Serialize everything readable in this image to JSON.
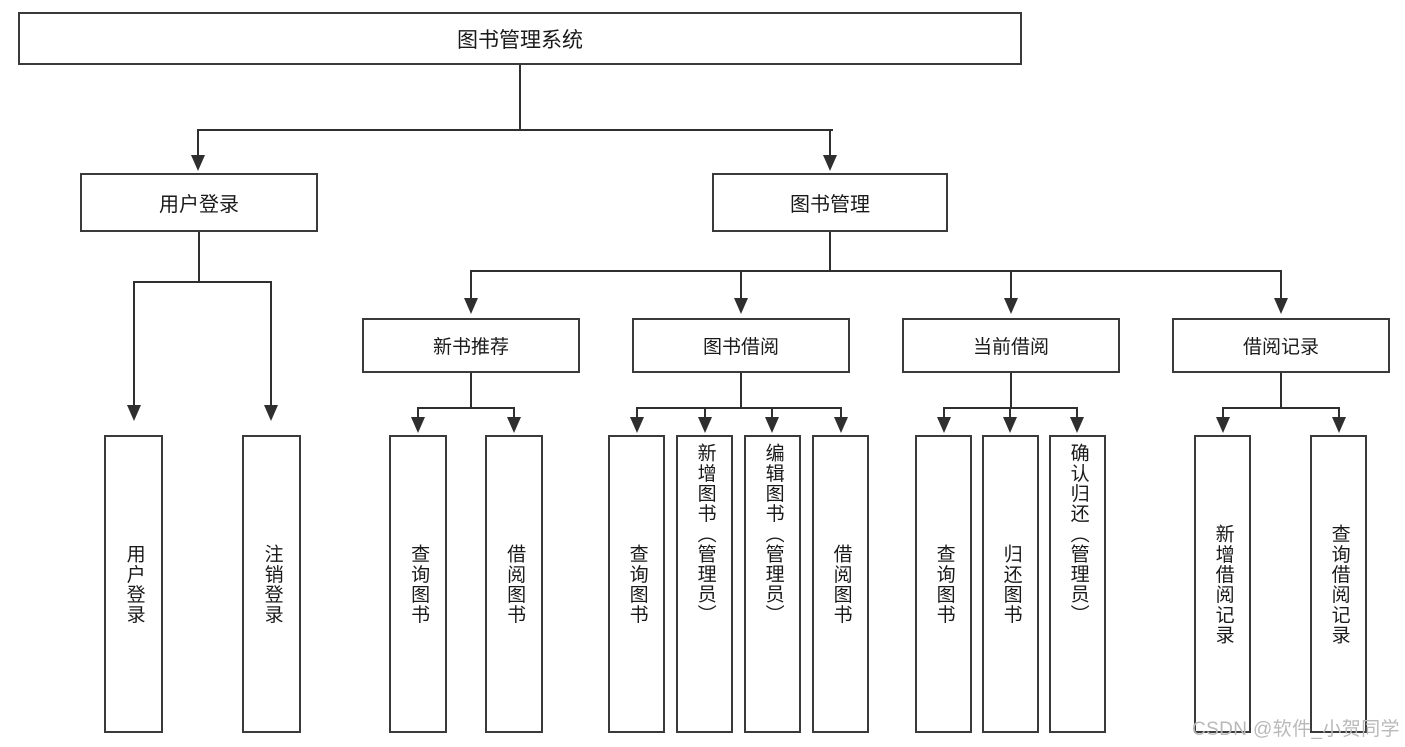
{
  "diagram": {
    "type": "tree-hierarchy",
    "title": "图书管理系统",
    "root": {
      "label": "图书管理系统"
    },
    "level2": [
      {
        "label": "用户登录"
      },
      {
        "label": "图书管理"
      }
    ],
    "level3": [
      {
        "label": "新书推荐"
      },
      {
        "label": "图书借阅"
      },
      {
        "label": "当前借阅"
      },
      {
        "label": "借阅记录"
      }
    ],
    "leaves": {
      "user_login": [
        {
          "label": "用户登录"
        },
        {
          "label": "注销登录"
        }
      ],
      "new_book_recommend": [
        {
          "label": "查询图书"
        },
        {
          "label": "借阅图书"
        }
      ],
      "book_borrow": [
        {
          "label": "查询图书"
        },
        {
          "label": "新增图书（管理员）"
        },
        {
          "label": "编辑图书（管理员）"
        },
        {
          "label": "借阅图书"
        }
      ],
      "current_borrow": [
        {
          "label": "查询图书"
        },
        {
          "label": "归还图书"
        },
        {
          "label": "确认归还（管理员）"
        }
      ],
      "borrow_record": [
        {
          "label": "新增借阅记录"
        },
        {
          "label": "查询借阅记录"
        }
      ]
    }
  },
  "watermark": {
    "text": "CSDN @软件_小贺同学"
  },
  "colors": {
    "box_border": "#3a3a3a",
    "line": "#2f2f2f",
    "text": "#1a1a1a",
    "background": "#ffffff",
    "watermark": "#b9b9b9"
  }
}
